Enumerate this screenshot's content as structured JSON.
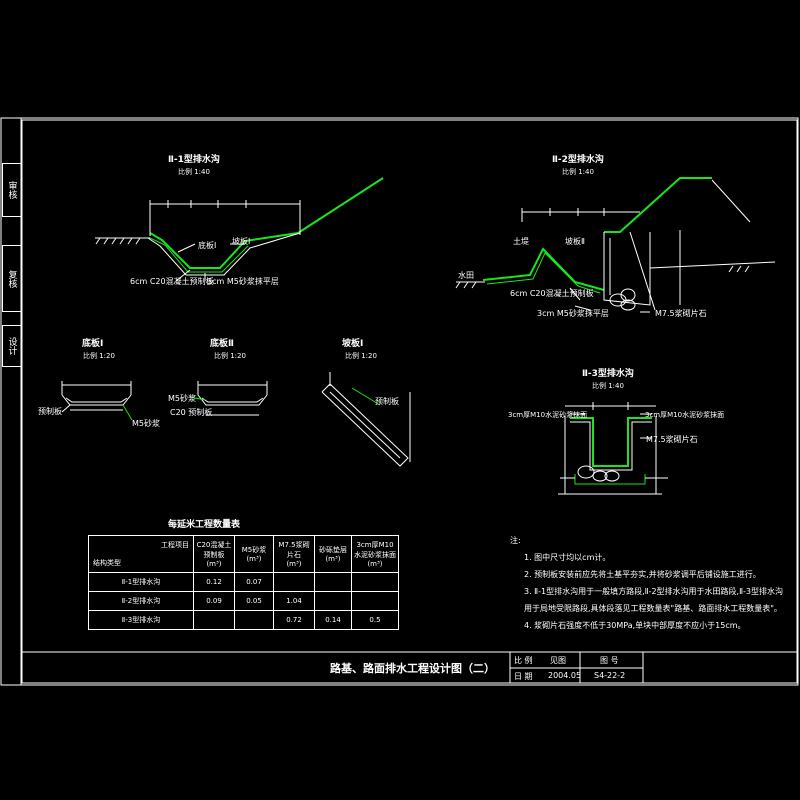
{
  "side_stamps": [
    "审核",
    "复核",
    "设计"
  ],
  "sections": {
    "ditch1": {
      "title": "Ⅱ-1型排水沟",
      "scale": "比例 1:40",
      "labels": [
        "底板Ⅰ",
        "坡板Ⅰ",
        "6cm C20混凝土预制板",
        "3cm M5砂浆抹平层"
      ]
    },
    "ditch2": {
      "title": "Ⅱ-2型排水沟",
      "scale": "比例 1:40",
      "labels": [
        "土堤",
        "坡板Ⅱ",
        "6cm C20混凝土预制板",
        "3cm M5砂浆抹平层",
        "M7.5浆砌片石",
        "水田"
      ]
    },
    "ditch3": {
      "title": "Ⅱ-3型排水沟",
      "scale": "比例 1:40",
      "labels": [
        "3cm厚M10水泥砂浆抹面",
        "M7.5浆砌片石"
      ]
    },
    "plate1": {
      "title": "底板Ⅰ",
      "scale": "比例 1:20",
      "labels": [
        "预制板",
        "M5砂浆"
      ]
    },
    "plate2": {
      "title": "底板Ⅱ",
      "scale": "比例 1:20",
      "labels": [
        "M5砂浆",
        "C20 预制板"
      ]
    },
    "slope1": {
      "title": "坡板Ⅰ",
      "scale": "比例 1:20",
      "labels": [
        "预制板"
      ]
    }
  },
  "quantity_table": {
    "title": "每延米工程数量表",
    "corner_top": "工程项目",
    "corner_bottom": "结构类型",
    "headers": [
      "C20混凝土预制板",
      "M5砂浆",
      "M7.5浆砌片石",
      "砂砾垫层",
      "3cm厚M10水泥砂浆抹面"
    ],
    "units": [
      "(m³)",
      "(m³)",
      "(m³)",
      "(m³)",
      "(m³)"
    ],
    "rows": [
      {
        "type": "Ⅱ-1型排水沟",
        "values": [
          "0.12",
          "0.07",
          "",
          "",
          ""
        ]
      },
      {
        "type": "Ⅱ-2型排水沟",
        "values": [
          "0.09",
          "0.05",
          "1.04",
          "",
          ""
        ]
      },
      {
        "type": "Ⅱ-3型排水沟",
        "values": [
          "",
          "",
          "0.72",
          "0.14",
          "0.5"
        ]
      }
    ]
  },
  "notes": {
    "heading": "注:",
    "items": [
      "1. 图中尺寸均以cm计。",
      "2. 预制板安装前应先将土基平夯实,并将砂浆调平后铺设施工进行。",
      "3. Ⅱ-1型排水沟用于一般填方路段,Ⅱ-2型排水沟用于水田路段,Ⅱ-3型排水沟",
      "   用于局地受限路段,具体段落见工程数量表\"路基、路面排水工程数量表\"。",
      "4. 浆砌片石强度不低于30MPa,单块中部厚度不应小于15cm。"
    ]
  },
  "title_block": {
    "title": "路基、路面排水工程设计图（二）",
    "scale_label": "比 例",
    "scale_value": "见图",
    "date_label": "日 期",
    "date_value": "2004.05",
    "drawing_no_label": "图 号",
    "drawing_no_value": "S4-22-2"
  }
}
